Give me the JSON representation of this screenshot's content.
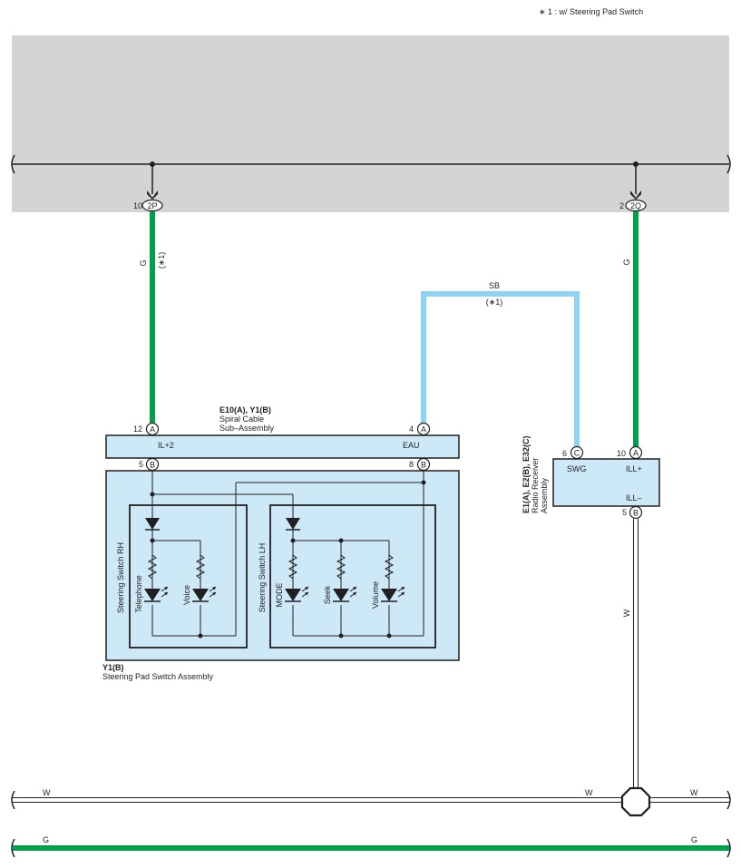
{
  "note": "∗ 1 : w/ Steering Pad Switch",
  "connectors": {
    "left_top": {
      "pin": "10",
      "conn": "2P"
    },
    "right_top": {
      "pin": "2",
      "conn": "2Q"
    },
    "spiral_left": {
      "pin": "12",
      "conn": "A"
    },
    "spiral_right": {
      "pin": "4",
      "conn": "A"
    },
    "pad_left": {
      "pin": "5",
      "conn": "B"
    },
    "pad_right": {
      "pin": "8",
      "conn": "B"
    },
    "radio_swg": {
      "pin": "6",
      "conn": "C"
    },
    "radio_ill_plus": {
      "pin": "10",
      "conn": "A"
    },
    "radio_ill_minus": {
      "pin": "5",
      "conn": "B"
    }
  },
  "wires": {
    "g_left": "G",
    "g_left_note": "(∗1)",
    "sb": "SB",
    "sb_note": "(∗1)",
    "g_right": "G",
    "w_vertical": "W",
    "w_bottom_left": "W",
    "w_bottom_mid": "W",
    "w_bottom_right": "W",
    "g_bottom_left": "G",
    "g_bottom_right": "G"
  },
  "spiral": {
    "code": "E10(A), Y1(B)",
    "name_line1": "Spiral Cable",
    "name_line2": "Sub–Assembly",
    "term_left": "IL+2",
    "term_right": "EAU"
  },
  "radio": {
    "code": "E1(A), E2(B), E32(C)",
    "name_line1": "Radio Receiver",
    "name_line2": "Assembly",
    "term_swg": "SWG",
    "term_ill_plus": "ILL+",
    "term_ill_minus": "ILL–"
  },
  "pad": {
    "code": "Y1(B)",
    "name": "Steering Pad Switch Assembly",
    "switch_rh": "Steering Switch RH",
    "switch_lh": "Steering Switch LH",
    "leds": {
      "telephone": "Telephone",
      "voice": "Voice",
      "mode": "MODE",
      "seek": "Seek",
      "volume": "Volume"
    }
  },
  "colors": {
    "green_wire": "#00a04b",
    "sb_wire": "#8dd4f2",
    "component_fill": "#cde9f7",
    "gray_box": "#d4d4d4",
    "line": "#231f20"
  }
}
